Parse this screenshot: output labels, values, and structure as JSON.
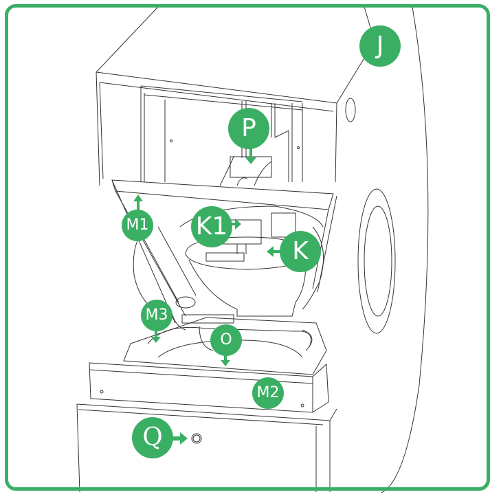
{
  "figure": {
    "type": "labeled technical illustration",
    "accent_color": "#3aaf63",
    "line_color": "#333333"
  },
  "callouts": {
    "J": {
      "label": "J",
      "pointing": "none"
    },
    "P": {
      "label": "P",
      "pointing": "down"
    },
    "M1": {
      "label": "M1",
      "pointing": "up"
    },
    "K1": {
      "label": "K1",
      "pointing": "right"
    },
    "K": {
      "label": "K",
      "pointing": "left"
    },
    "M3": {
      "label": "M3",
      "pointing": "down"
    },
    "O": {
      "label": "O",
      "pointing": "down"
    },
    "M2": {
      "label": "M2",
      "pointing": "none"
    },
    "Q": {
      "label": "Q",
      "pointing": "right"
    }
  }
}
